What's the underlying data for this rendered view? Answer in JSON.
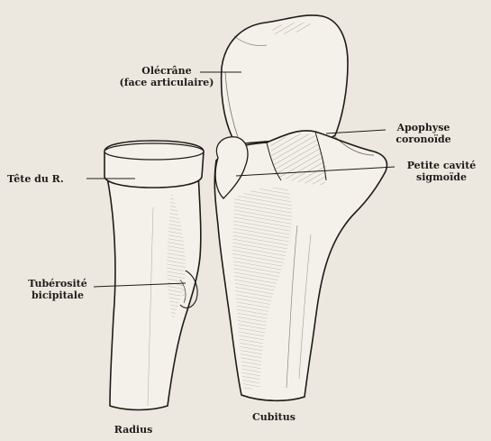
{
  "labels": {
    "olecrane_line1": "Olécrâne",
    "olecrane_line2": "(face articulaire)",
    "apophyse_line1": "Apophyse",
    "apophyse_line2": "coronoïde",
    "tete": "Tête du R.",
    "petite_line1": "Petite cavité",
    "petite_line2": "sigmoïde",
    "tuberosite_line1": "Tubérosité",
    "tuberosite_line2": "bicipitale",
    "radius": "Radius",
    "cubitus": "Cubitus"
  },
  "colors": {
    "paper": "#ede8df",
    "bone": "#f4f1ea",
    "ink": "#1f1b18"
  }
}
